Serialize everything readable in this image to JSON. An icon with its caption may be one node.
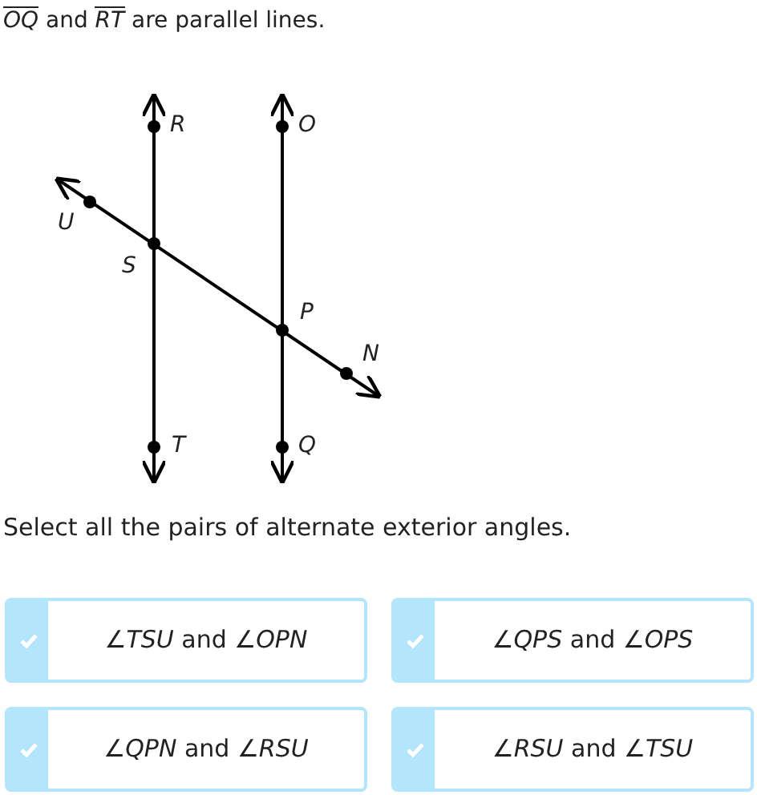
{
  "diagram": {
    "title": "*OQ* and *RT* are parallel lines.",
    "nodes": [
      {
        "text": [
          "∠*TSU* and ∠*OPN*"
        ]
      },
      {
        "text": [
          "∠*QPS* and ∠*OPS*"
        ]
      },
      {
        "text": [
          "∠*QPN* and ∠*RSU*"
        ]
      },
      {
        "text": [
          "∠*RSU* and ∠*TSU*"
        ]
      }
    ],
    "labels": [
      "R",
      "O",
      "U",
      "S",
      "P",
      "N",
      "T",
      "Q",
      "Select all the pairs of alternate exterior angles."
    ]
  }
}
